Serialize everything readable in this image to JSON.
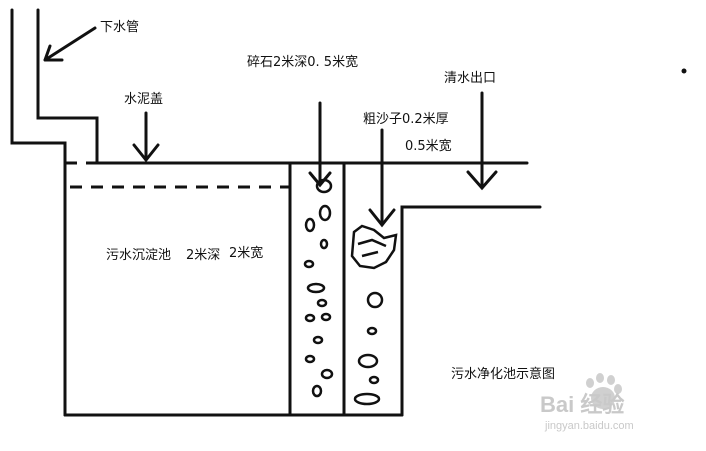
{
  "labels": {
    "downpipe": "下水管",
    "cement_cover": "水泥盖",
    "gravel": "碎石2米深0.   5米宽",
    "clean_outlet": "清水出口",
    "coarse_sand": "粗沙子0.2米厚",
    "sand_width": "0.5米宽",
    "settling_tank": "污水沉淀池",
    "tank_depth": "2米深",
    "tank_width": "2米宽",
    "caption": "污水净化池示意图"
  },
  "watermark": {
    "logo": "Bai  经验",
    "sub": "jingyan.baidu.com"
  },
  "colors": {
    "ink": "#111111",
    "watermark": "#c9c9c9"
  }
}
